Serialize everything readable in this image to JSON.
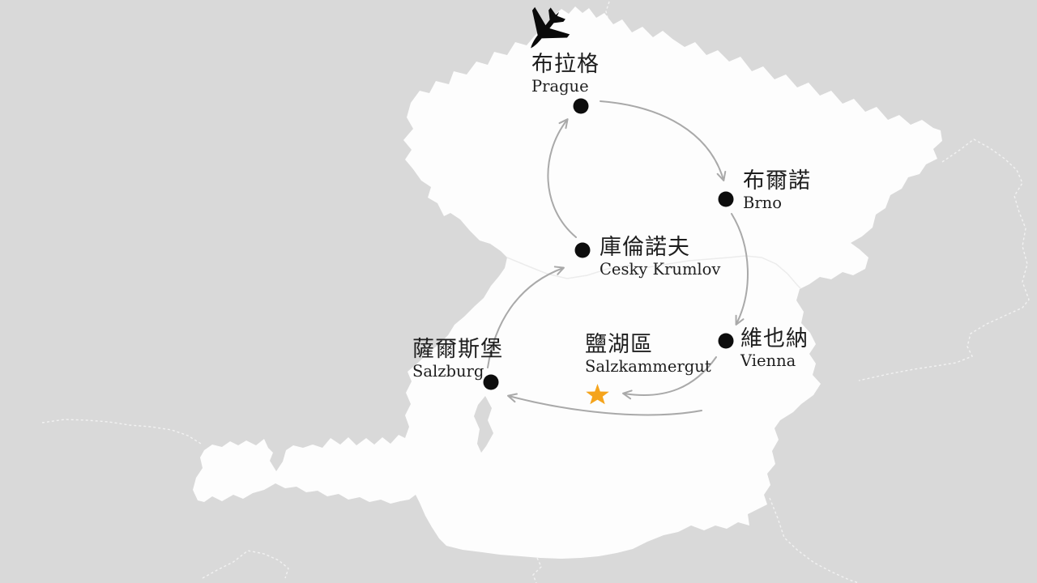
{
  "map": {
    "description_region": "route map",
    "colors": {
      "background": "#d9d9d9",
      "land": "#fdfdfd",
      "route": "#a9a9a9",
      "marker": "#0d0d0d",
      "star": "#f5a41c",
      "plane": "#0a0a0a",
      "text": "#1e1e1e",
      "inner_border": "#ececec",
      "outer_border": "#f2f2f2"
    }
  },
  "icons": {
    "plane": "airplane-icon",
    "star": "star-icon",
    "dot": "dot-marker-icon",
    "arrow": "curved-arrow-icon"
  },
  "stops": [
    {
      "zh": "布拉格",
      "en": "Prague",
      "marker": "dot"
    },
    {
      "zh": "布爾諾",
      "en": "Brno",
      "marker": "dot"
    },
    {
      "zh": "維也納",
      "en": "Vienna",
      "marker": "dot"
    },
    {
      "zh": "鹽湖區",
      "en": "Salzkammergut",
      "marker": "star"
    },
    {
      "zh": "薩爾斯堡",
      "en": "Salzburg",
      "marker": "dot"
    },
    {
      "zh": "庫倫諾夫",
      "en": "Cesky Krumlov",
      "marker": "dot"
    }
  ]
}
